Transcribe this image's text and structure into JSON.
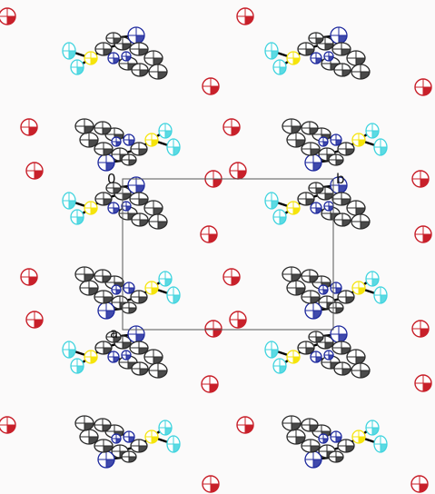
{
  "figure": {
    "background": "#fbfafa",
    "unit_cell_labels": {
      "origin": "0",
      "b_axis": "b",
      "a_axis": "a"
    },
    "colors": {
      "carbon": "#2a2a2a",
      "nitrogen": "#1f2a9e",
      "sulfur": "#f5e40c",
      "fluorine": "#3fd3de",
      "oxygen": "#c8202a",
      "bond": "#000000",
      "cell_edge": "#555555"
    },
    "atom_types": [
      "carbon",
      "nitrogen",
      "sulfur",
      "fluorine",
      "oxygen"
    ]
  }
}
